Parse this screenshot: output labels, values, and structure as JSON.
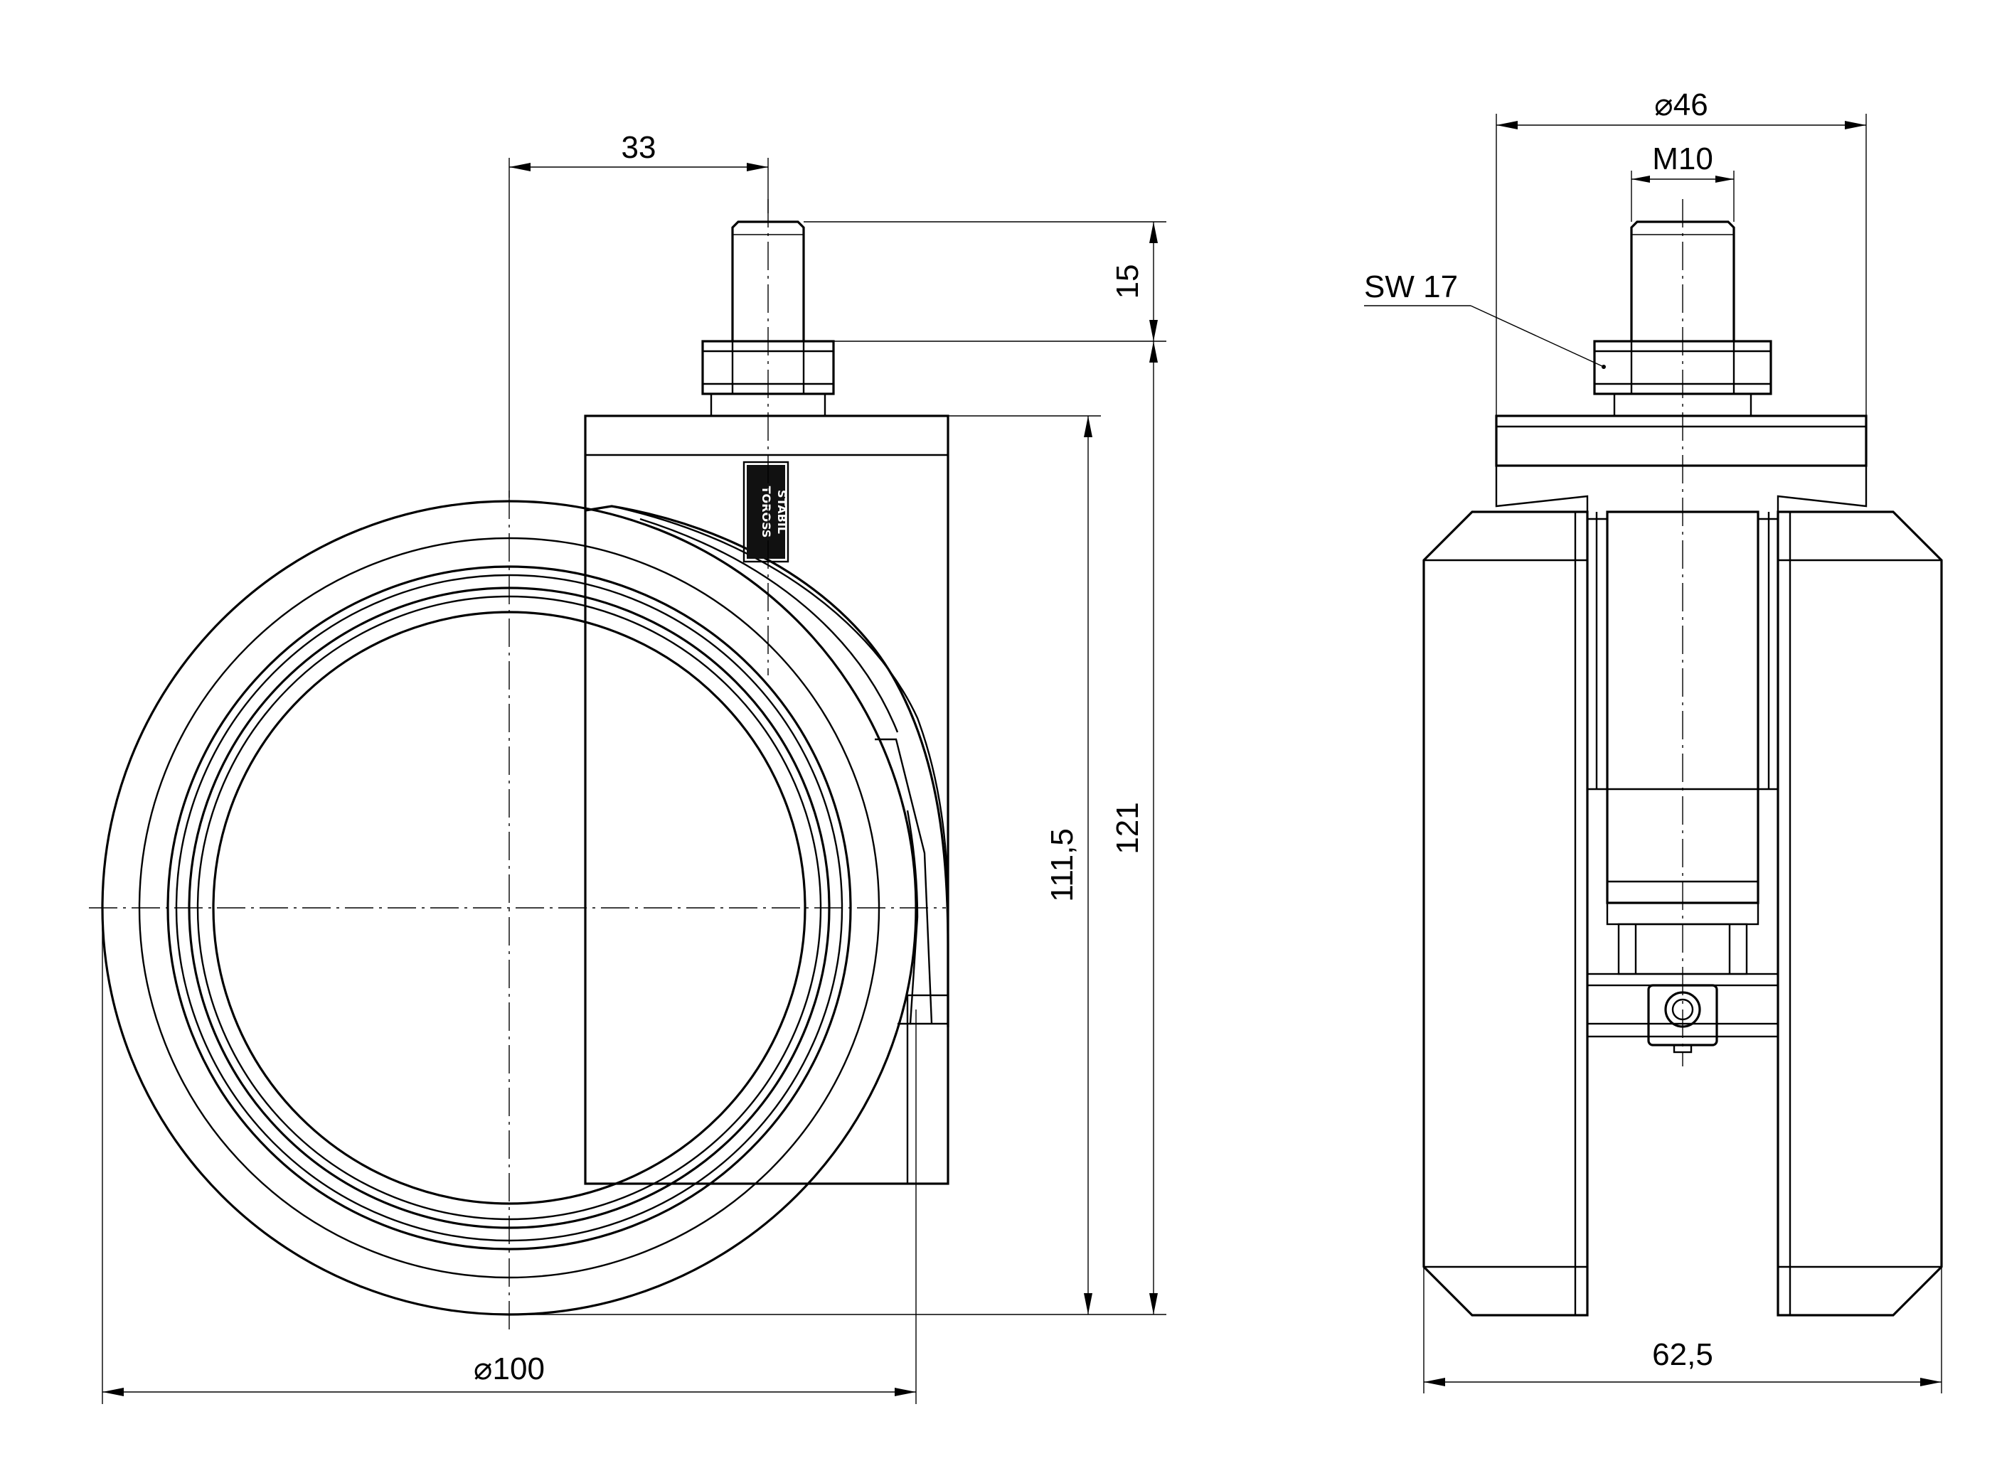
{
  "dimensions": {
    "offset_33": "33",
    "stem_height_15": "15",
    "height_111_5": "111,5",
    "height_121": "121",
    "wheel_diameter": "100",
    "plate_diameter": "46",
    "thread": "M10",
    "wrench_size": "SW 17",
    "overall_width": "62,5"
  },
  "symbols": {
    "diameter": "⌀"
  },
  "logo": {
    "line1": "TOROSS",
    "line2": "STABIL"
  }
}
